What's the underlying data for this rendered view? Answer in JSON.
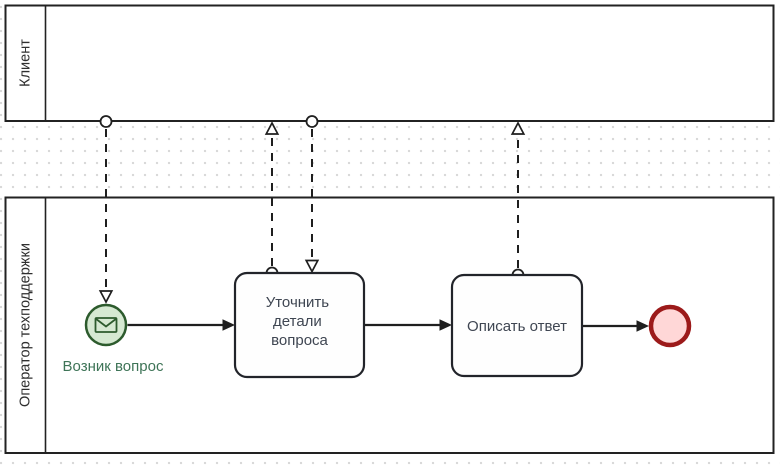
{
  "lanes": [
    {
      "label": "Клиент"
    },
    {
      "label": "Оператор техподдержки"
    }
  ],
  "elements": {
    "start_event": {
      "label": "Возник вопрос",
      "icon": "message-envelope-icon"
    },
    "task_clarify": {
      "label": "Уточнить детали вопроса",
      "lines": [
        "Уточнить",
        "детали",
        "вопроса"
      ]
    },
    "task_answer": {
      "label": "Описать ответ"
    },
    "end_event": {
      "label": ""
    }
  },
  "colors": {
    "start_event_stroke": "#2d5b2d",
    "start_event_fill": "#d6e9d2",
    "start_label_text": "#3e7457",
    "end_event_stroke": "#9c1a1a",
    "end_event_fill": "#ffd7d7",
    "task_text": "#3f4652",
    "line": "#1f1f1f",
    "grid_dot": "#d9d9d9"
  }
}
